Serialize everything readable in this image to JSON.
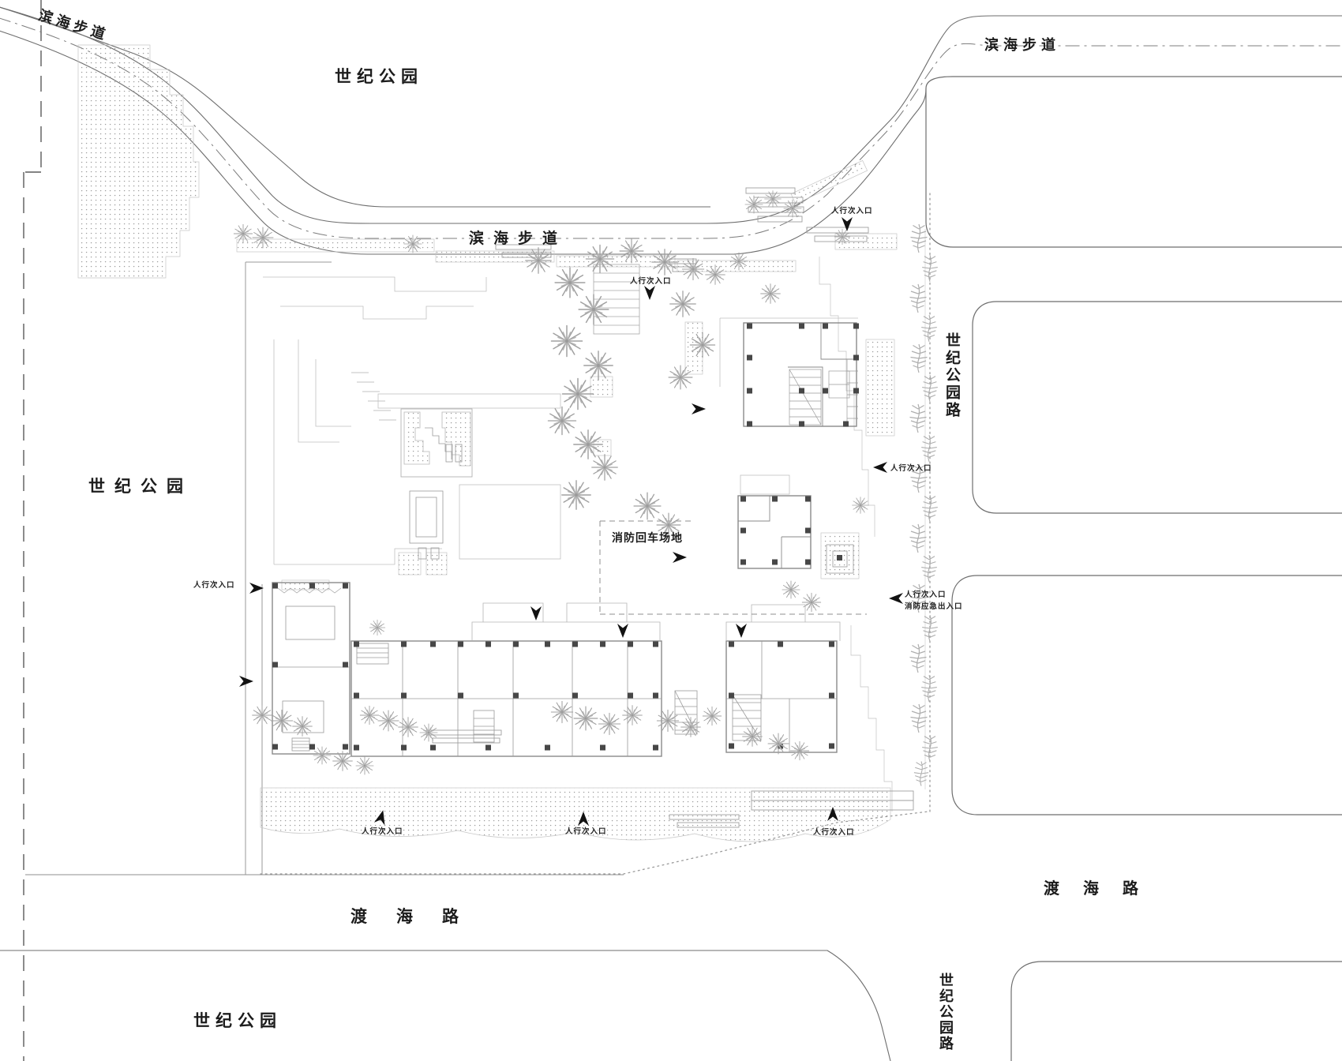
{
  "labels": {
    "century_park": "世纪公园",
    "coastal_walkway": "滨海步道",
    "century_park_road": "世纪公园路",
    "duhai_road": "渡海路",
    "fire_turnaround_area": "消防回车场地",
    "pedestrian_secondary_entrance": "人行次入口",
    "fire_emergency_exit": "消防应急出入口"
  },
  "colors": {
    "background": "#ffffff",
    "road_line": "#6e6e6e",
    "site_line": "#bdbdbd",
    "building_line": "#8a8a8a",
    "column_fill": "#474747",
    "annotation": "#1c1c1c"
  }
}
